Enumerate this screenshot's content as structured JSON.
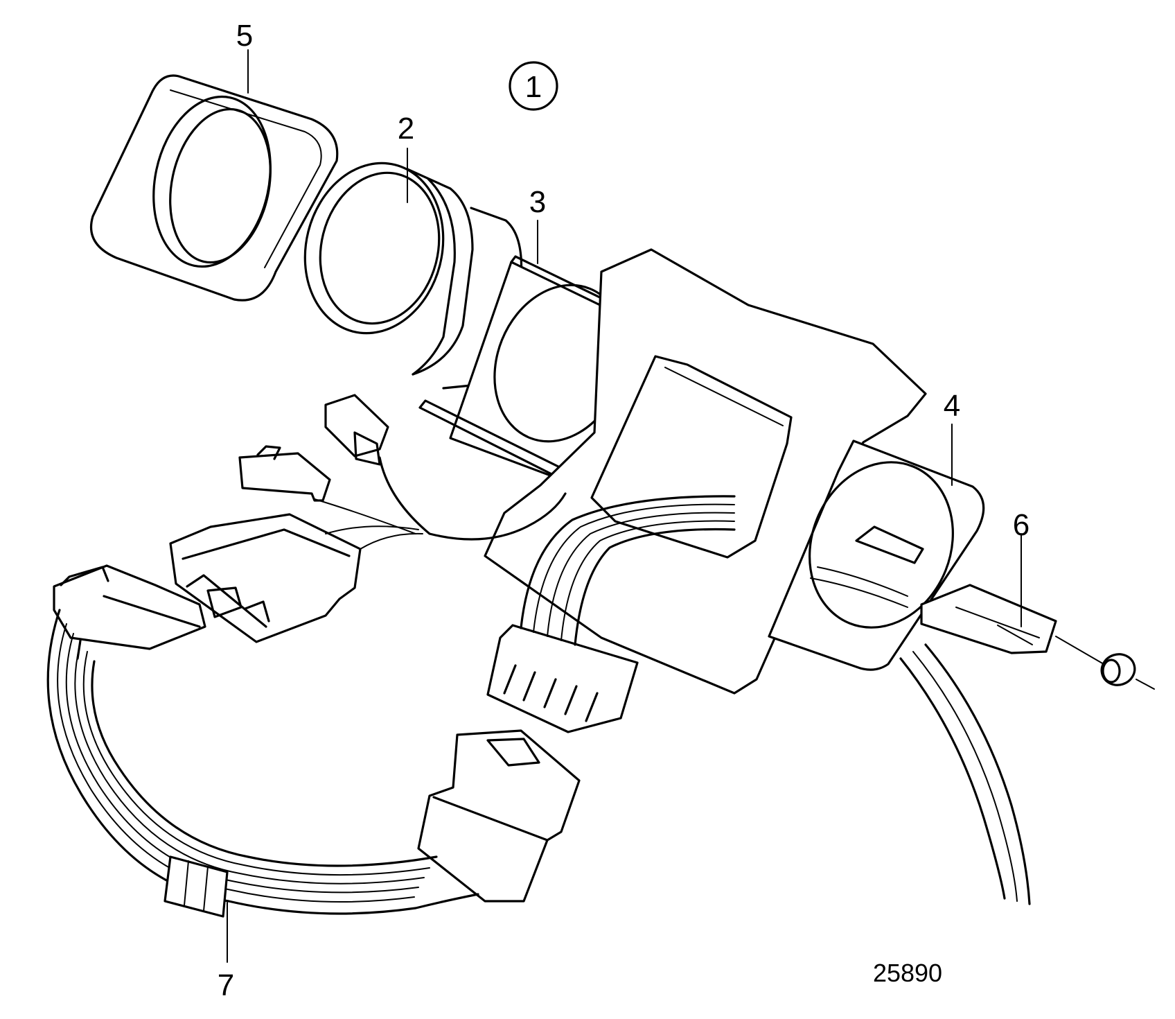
{
  "diagram": {
    "group_marker": "1",
    "callouts": [
      {
        "id": "c5",
        "text": "5"
      },
      {
        "id": "c2",
        "text": "2"
      },
      {
        "id": "c3",
        "text": "3"
      },
      {
        "id": "c4",
        "text": "4"
      },
      {
        "id": "c6",
        "text": "6"
      },
      {
        "id": "c7",
        "text": "7"
      }
    ],
    "reference_number": "25890"
  }
}
